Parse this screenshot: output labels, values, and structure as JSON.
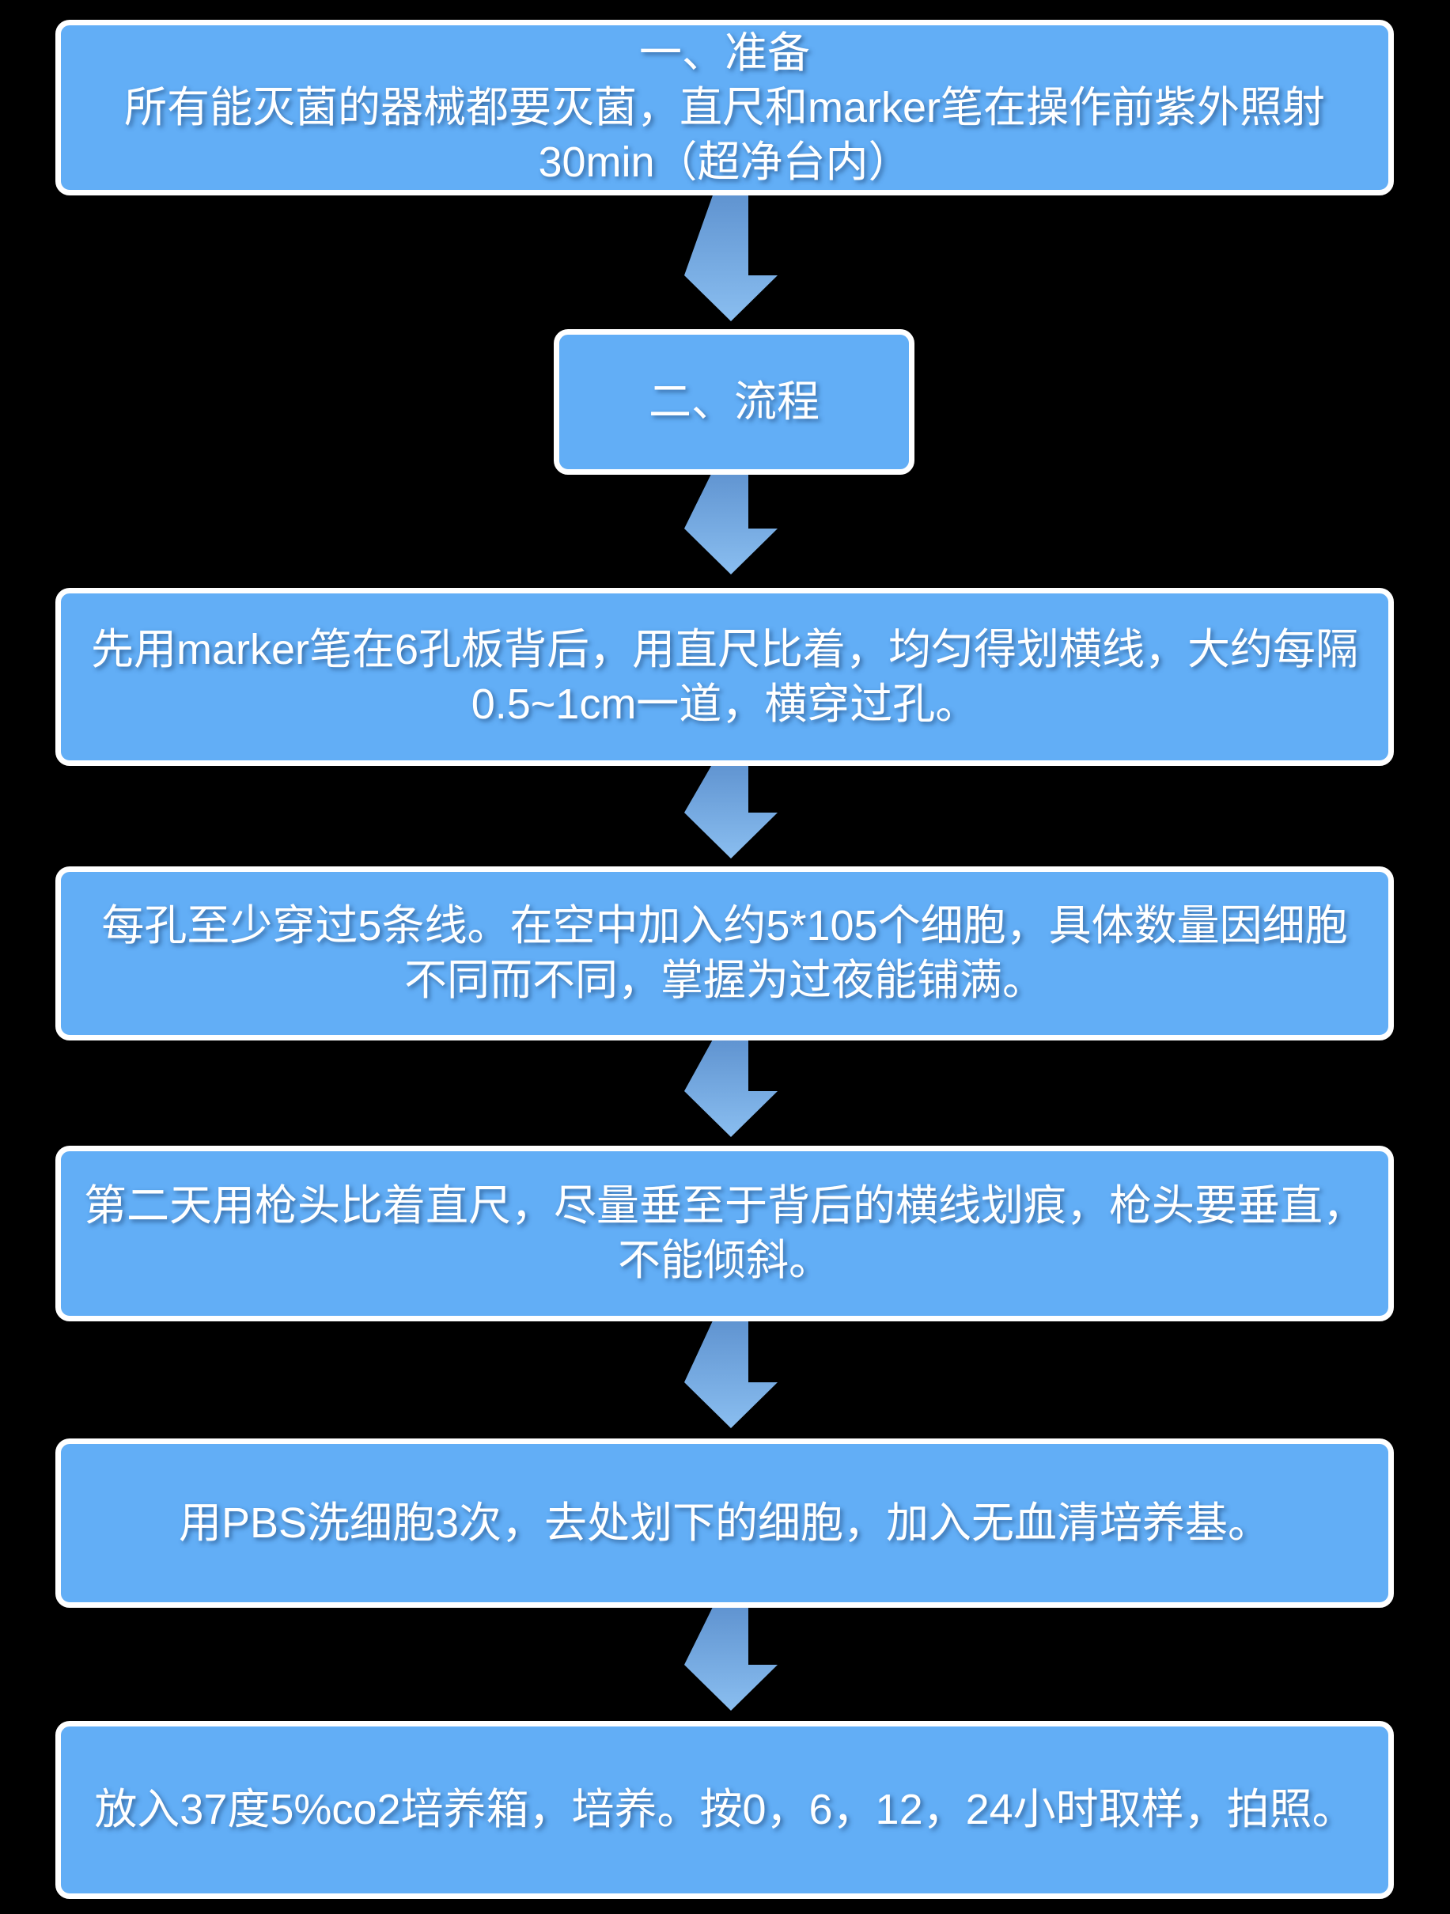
{
  "colors": {
    "background": "#000000",
    "node_fill": "#62aef6",
    "node_border": "#ffffff",
    "arrow_top": "#5f93d0",
    "arrow_bottom": "#8abef0",
    "text": "#ffffff"
  },
  "connector": {
    "type": "down-arrow",
    "count": 6
  },
  "nodes": [
    {
      "name": "prepare",
      "lines": [
        "一、准备",
        "所有能灭菌的器械都要灭菌，直尺和marker笔在操作前紫外照射",
        "30min（超净台内）"
      ]
    },
    {
      "name": "process-title",
      "lines": [
        "二、流程"
      ]
    },
    {
      "name": "draw-lines",
      "lines": [
        "先用marker笔在6孔板背后，用直尺比着，均匀得划横线，大约每隔",
        "0.5~1cm一道，横穿过孔。"
      ]
    },
    {
      "name": "seed-cells",
      "lines": [
        "每孔至少穿过5条线。在空中加入约5*105个细胞，具体数量因细胞",
        "不同而不同，掌握为过夜能铺满。"
      ]
    },
    {
      "name": "scratch",
      "lines": [
        "第二天用枪头比着直尺，尽量垂至于背后的横线划痕，枪头要垂直，",
        "不能倾斜。"
      ]
    },
    {
      "name": "wash-pbs",
      "lines": [
        "用PBS洗细胞3次，去处划下的细胞，加入无血清培养基。"
      ]
    },
    {
      "name": "incubate",
      "lines": [
        "放入37度5%co2培养箱，培养。按0，6，12，24小时取样，拍照。"
      ]
    }
  ]
}
